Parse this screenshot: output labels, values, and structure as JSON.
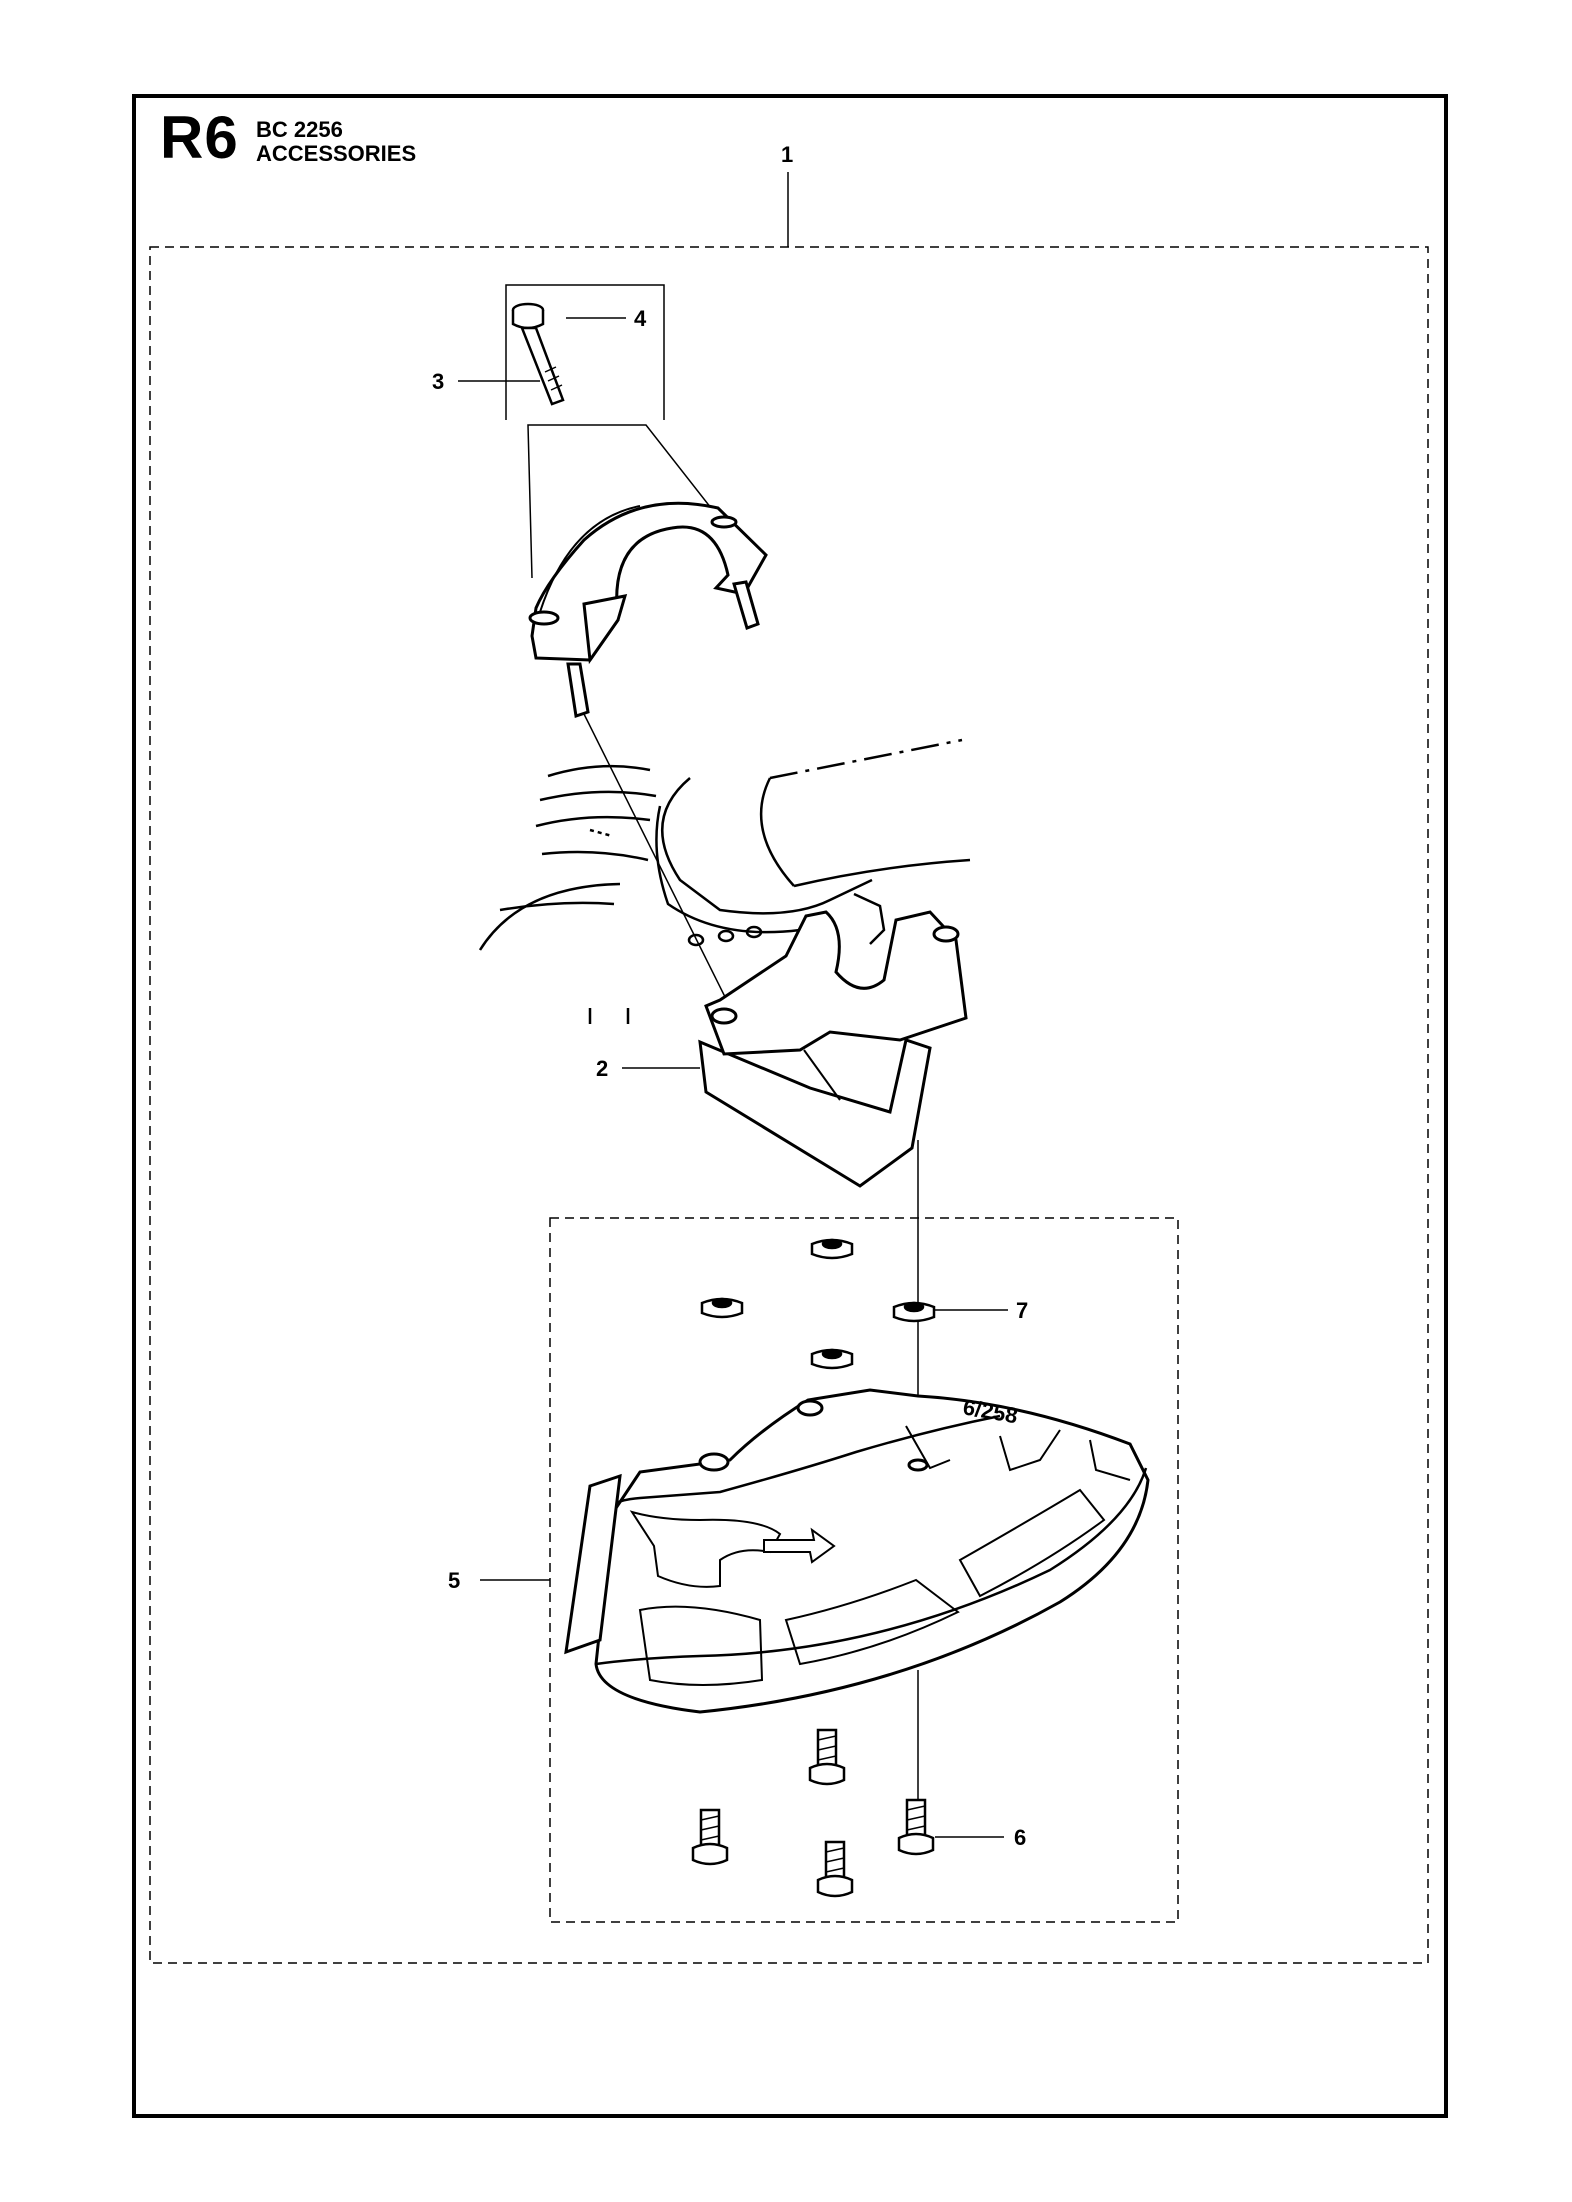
{
  "header": {
    "section_code": "R6",
    "model": "BC 2256",
    "section_title": "ACCESSORIES"
  },
  "callouts": {
    "c1": "1",
    "c2": "2",
    "c3": "3",
    "c4": "4",
    "c5": "5",
    "c6": "6",
    "c7": "7"
  },
  "part_markings": {
    "guard_marking": "6/258"
  },
  "colors": {
    "line": "#000000",
    "background": "#ffffff"
  }
}
